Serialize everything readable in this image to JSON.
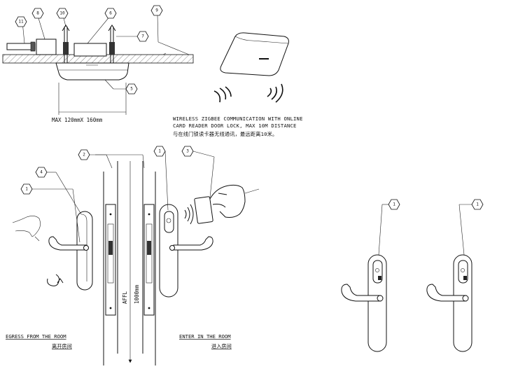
{
  "top_section": {
    "dimension_label": "MAX 120mmX 160mm",
    "callouts": [
      "11",
      "8",
      "10",
      "6",
      "9",
      "7",
      "5"
    ]
  },
  "reader_section": {
    "caption_en_line1": "WIRELESS ZIGBEE COMMUNICATION WITH ONLINE",
    "caption_en_line2": "CARD READER DOOR LOCK, MAX 10M DISTANCE",
    "caption_cn": "与在线门锁读卡器无线通讯，最远距离10米。"
  },
  "door_section": {
    "callouts": [
      "2",
      "4",
      "1",
      "1",
      "3"
    ],
    "height_label_line1": "AFFL",
    "height_label_line2": "1000mm",
    "egress_en": "EGRESS FROM THE ROOM",
    "egress_cn": "离开房间",
    "enter_en": "ENTER IN THE ROOM",
    "enter_cn": "进入房间"
  },
  "right_section": {
    "callouts": [
      "1",
      "1"
    ]
  }
}
